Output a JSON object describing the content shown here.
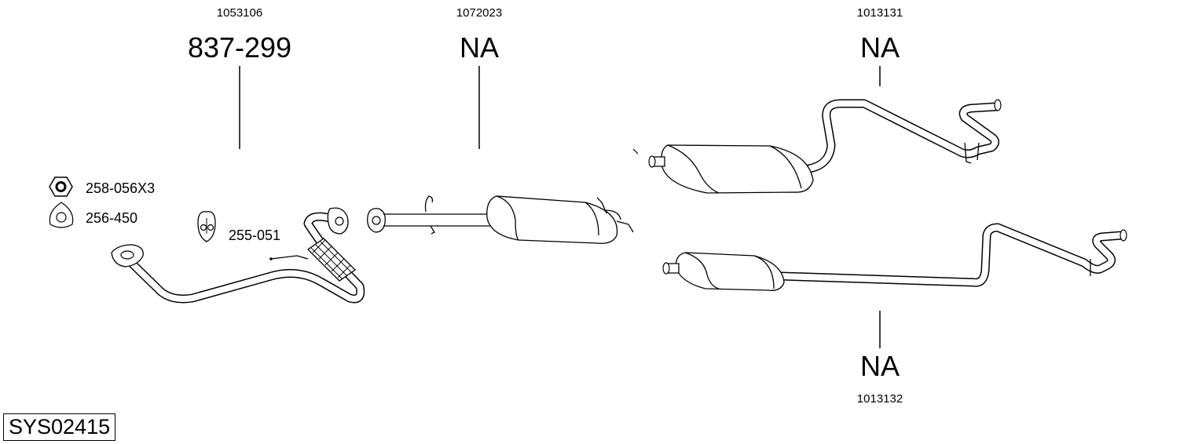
{
  "system_id": "SYS02415",
  "parts": [
    {
      "code": "1053106",
      "number": "837-299"
    },
    {
      "code": "1072023",
      "number": "NA"
    },
    {
      "code": "1013131",
      "number": "NA"
    },
    {
      "code": "1013132",
      "number": "NA"
    }
  ],
  "fittings": [
    {
      "label": "258-056X3",
      "icon": "hex-nut-icon"
    },
    {
      "label": "256-450",
      "icon": "flange-gasket-icon"
    },
    {
      "label": "255-051",
      "icon": "rubber-hanger-icon"
    }
  ]
}
